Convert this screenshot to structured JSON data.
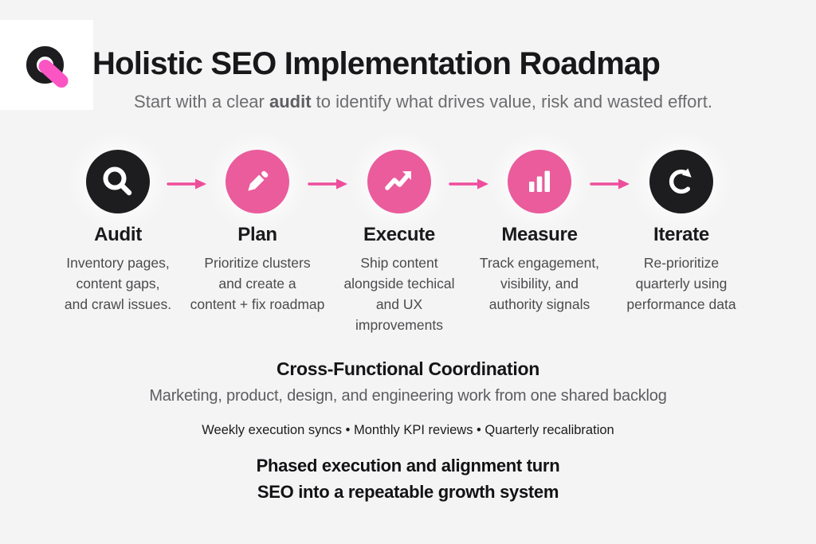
{
  "header": {
    "title": "Holistic SEO Implementation Roadmap",
    "subtitle_prefix": "Start with a clear ",
    "subtitle_bold": "audit",
    "subtitle_suffix": " to identify what drives value, risk and wasted effort."
  },
  "steps": [
    {
      "label": "Audit",
      "icon": "search-icon",
      "theme": "dark",
      "description": "Inventory pages,\ncontent gaps,\nand crawl issues."
    },
    {
      "label": "Plan",
      "icon": "pencil-icon",
      "theme": "pink",
      "description": "Prioritize clusters\nand create a\ncontent + fix roadmap"
    },
    {
      "label": "Execute",
      "icon": "trend-up-icon",
      "theme": "pink",
      "description": "Ship content\nalongside techical\nand UX\nimprovements"
    },
    {
      "label": "Measure",
      "icon": "bar-chart-icon",
      "theme": "pink",
      "description": "Track engagement,\nvisibility, and\nauthority signals"
    },
    {
      "label": "Iterate",
      "icon": "refresh-icon",
      "theme": "dark",
      "description": "Re-prioritize\nquarterly using\nperformance data"
    }
  ],
  "coordination": {
    "title": "Cross-Functional Coordination",
    "subtitle": "Marketing, product, design, and engineering work from one shared backlog",
    "cadence": "Weekly execution syncs • Monthly KPI reviews • Quarterly recalibration"
  },
  "footer": {
    "message": "Phased execution and alignment turn\nSEO into a repeatable growth system"
  },
  "colors": {
    "background": "#f4f4f5",
    "dark": "#1d1d1f",
    "pink": "#ea5c9c",
    "arrow_pink": "#ee4d9c",
    "logo_pink": "#fb55c4"
  }
}
